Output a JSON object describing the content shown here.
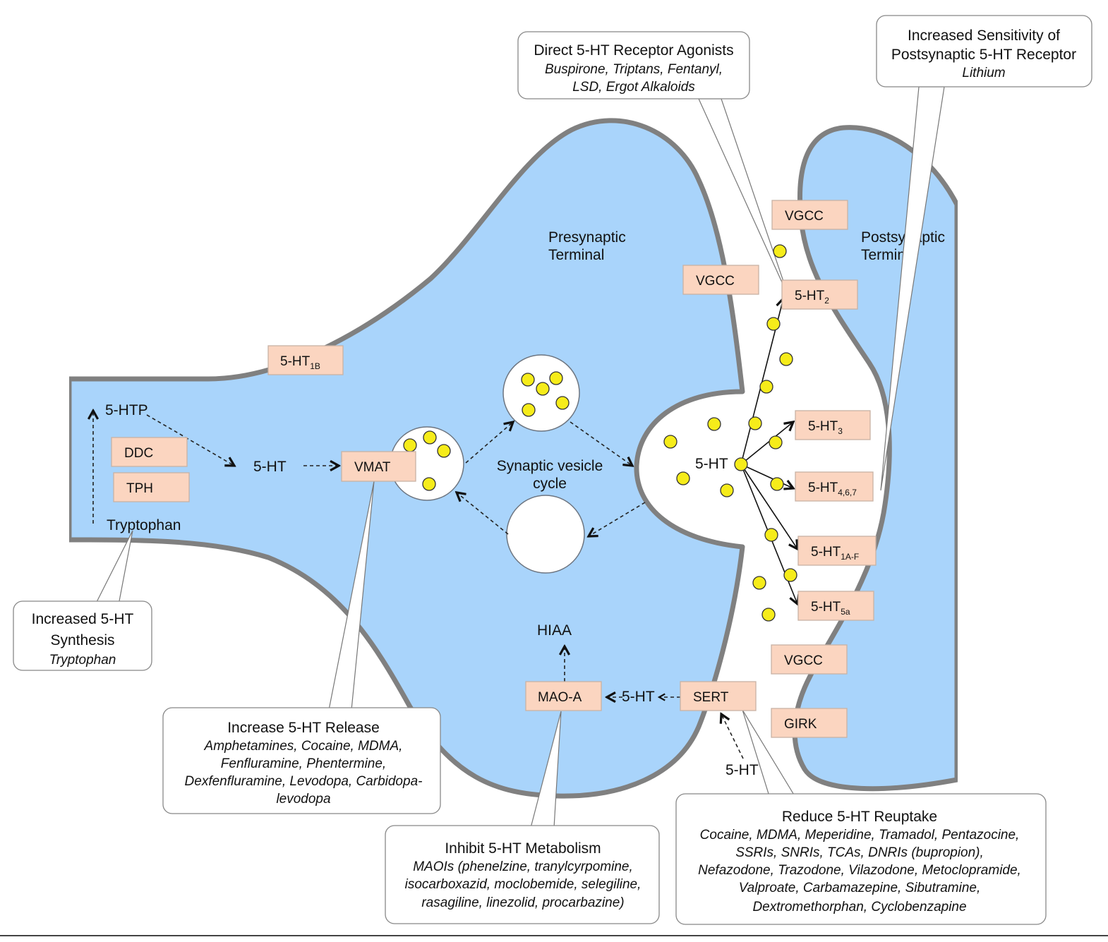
{
  "labels": {
    "presynaptic": [
      "Presynaptic",
      "Terminal"
    ],
    "postsynaptic": [
      "Postsynaptic",
      "Terminal"
    ],
    "htp": "5-HTP",
    "ht_left": "5-HT",
    "tryptophan": "Tryptophan",
    "vesicle_cycle": [
      "Synaptic vesicle",
      "cycle"
    ],
    "ht_cleft": "5-HT",
    "hiaa": "HIAA",
    "ht_mao": "5-HT",
    "ht_bottom": "5-HT"
  },
  "boxes": {
    "ht1b": {
      "main": "5-HT",
      "sub": "1B"
    },
    "ddc": "DDC",
    "tph": "TPH",
    "vmat": "VMAT",
    "vgcc_top": "VGCC",
    "vgcc_mid": "VGCC",
    "ht2": {
      "main": "5-HT",
      "sub": "2"
    },
    "ht3": {
      "main": "5-HT",
      "sub": "3"
    },
    "ht467": {
      "main": "5-HT",
      "sub": "4,6,7"
    },
    "ht1af": {
      "main": "5-HT",
      "sub": "1A-F"
    },
    "ht5a": {
      "main": "5-HT",
      "sub": "5a"
    },
    "vgcc_low": "VGCC",
    "girk": "GIRK",
    "sert": "SERT",
    "maoa": "MAO-A"
  },
  "callouts": {
    "agonists": {
      "title": "Direct 5-HT Receptor Agonists",
      "lines": [
        "Buspirone, Triptans, Fentanyl,",
        "LSD, Ergot Alkaloids"
      ]
    },
    "sensitivity": {
      "title": [
        "Increased Sensitivity of",
        "Postsynaptic 5-HT Receptor"
      ],
      "lines": [
        "Lithium"
      ]
    },
    "synthesis": {
      "title": [
        "Increased 5-HT",
        "Synthesis"
      ],
      "lines": [
        "Tryptophan"
      ]
    },
    "release": {
      "title": "Increase 5-HT Release",
      "lines": [
        "Amphetamines, Cocaine, MDMA,",
        "Fenfluramine, Phentermine,",
        "Dexfenfluramine, Levodopa,  Carbidopa-",
        "levodopa"
      ]
    },
    "metabolism": {
      "title": "Inhibit 5-HT Metabolism",
      "lines": [
        "MAOIs (phenelzine, tranylcyrpomine,",
        "isocarboxazid, moclobemide, selegiline,",
        "rasagiline, linezolid, procarbazine)"
      ]
    },
    "reuptake": {
      "title": "Reduce 5-HT Reuptake",
      "lines": [
        "Cocaine, MDMA, Meperidine, Tramadol, Pentazocine,",
        "SSRIs, SNRIs, TCAs, DNRIs (bupropion),",
        "Nefazodone, Trazodone, Vilazodone, Metoclopramide,",
        "Valproate, Carbamazepine, Sibutramine,",
        "Dextromethorphan, Cyclobenzapine"
      ]
    }
  },
  "colors": {
    "cell_fill": "#a9d4fb",
    "cell_stroke": "#808080",
    "box_fill": "#fbd5c0",
    "dot_fill": "#f6ec1a"
  }
}
